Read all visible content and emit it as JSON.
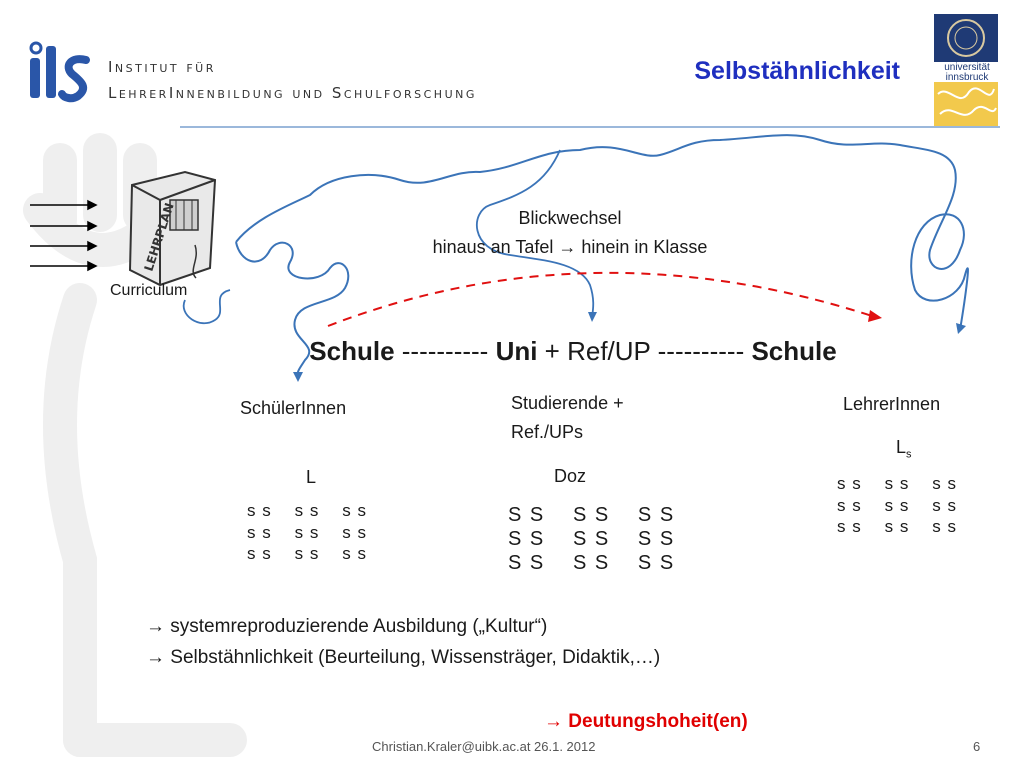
{
  "header": {
    "logo_text": "ILS",
    "institute_line1": "Institut für",
    "institute_line2": "LehrerInnenbildung und Schulforschung",
    "title": "Selbstähnlichkeit",
    "university_logo_text": "universität innsbruck"
  },
  "curriculum": {
    "book_label": "LEHRPLAN",
    "caption": "Curriculum"
  },
  "blickwechsel": {
    "line1": "Blickwechsel",
    "line2": "hinaus an Tafel → hinein in Klasse"
  },
  "main_line": {
    "schule1": "Schule",
    "dash1": " ---------- ",
    "uni": "Uni",
    "ref": " + Ref/UP ",
    "dash2": "---------- ",
    "schule2": "Schule"
  },
  "columns": {
    "left": {
      "label": "SchülerInnen",
      "head": "L",
      "rows": [
        "s s    s s    s s",
        "s s    s s    s s",
        "s s    s s    s s"
      ]
    },
    "middle": {
      "label_line1": "Studierende +",
      "label_line2": "Ref./UPs",
      "head": "Doz",
      "rows": [
        "S S    S S    S S",
        "S S    S S    S S",
        "S S    S S    S S"
      ]
    },
    "right": {
      "label": "LehrerInnen",
      "head": "L",
      "head_sub": "s",
      "rows": [
        "s s    s s    s s",
        "s s    s s    s s",
        "s s    s s    s s"
      ]
    }
  },
  "bullets": [
    "→ systemreproduzierende Ausbildung („Kultur“)",
    "→ Selbstähnlichkeit (Beurteilung, Wissensträger, Didaktik,…)"
  ],
  "conclusion": "→ Deutungshoheit(en)",
  "footer": {
    "author": "Christian.Kraler@uibk.ac.at   26.1. 2012",
    "page": "6"
  },
  "colors": {
    "title": "#1f2fbf",
    "accent_red": "#e00000",
    "curve_blue": "#3b74b8",
    "watermark": "#eeeeee"
  }
}
